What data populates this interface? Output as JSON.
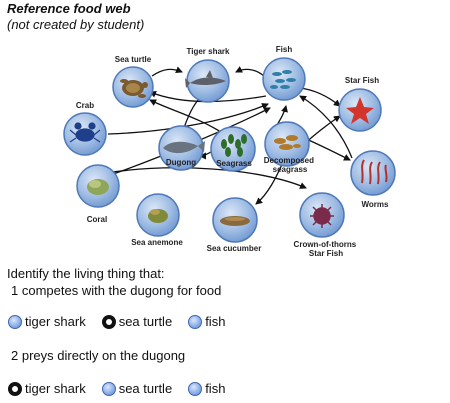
{
  "heading": {
    "title": "Reference food web",
    "subtitle": "(not created by student)"
  },
  "organisms": [
    {
      "id": "sea-turtle",
      "label": "Sea turtle",
      "icon": "sea-turtle-icon"
    },
    {
      "id": "tiger-shark",
      "label": "Tiger shark",
      "icon": "shark-icon"
    },
    {
      "id": "fish",
      "label": "Fish",
      "icon": "fish-icon"
    },
    {
      "id": "star-fish",
      "label": "Star Fish",
      "icon": "starfish-icon"
    },
    {
      "id": "crab",
      "label": "Crab",
      "icon": "crab-icon"
    },
    {
      "id": "dugong",
      "label": "Dugong",
      "icon": "dugong-icon"
    },
    {
      "id": "seagrass",
      "label": "Seagrass",
      "icon": "seagrass-icon"
    },
    {
      "id": "decomposed-seagrass",
      "label": "Decomposed seagrass",
      "icon": "decomposed-seagrass-icon"
    },
    {
      "id": "worms",
      "label": "Worms",
      "icon": "worms-icon"
    },
    {
      "id": "coral",
      "label": "Coral",
      "icon": "coral-icon"
    },
    {
      "id": "sea-anemone",
      "label": "Sea anemone",
      "icon": "anemone-icon"
    },
    {
      "id": "sea-cucumber",
      "label": "Sea cucumber",
      "icon": "sea-cucumber-icon"
    },
    {
      "id": "crown-of-thorns",
      "label": "Crown-of-thorns Star Fish",
      "icon": "crown-of-thorns-icon"
    }
  ],
  "prompt": "Identify the living thing that:",
  "questions": [
    {
      "text": "1 competes with the dugong for food",
      "options": [
        {
          "label": "tiger shark",
          "selected": false
        },
        {
          "label": "sea turtle",
          "selected": true
        },
        {
          "label": "fish",
          "selected": false
        }
      ]
    },
    {
      "text": "2 preys directly on the dugong",
      "options": [
        {
          "label": "tiger shark",
          "selected": true
        },
        {
          "label": "sea turtle",
          "selected": false
        },
        {
          "label": "fish",
          "selected": false
        }
      ]
    }
  ],
  "colors": {
    "node_fill": "#7fa6d8",
    "node_stroke": "#4f79b8",
    "radio_fill": "#8eb0e8",
    "radio_selected": "#111111"
  }
}
